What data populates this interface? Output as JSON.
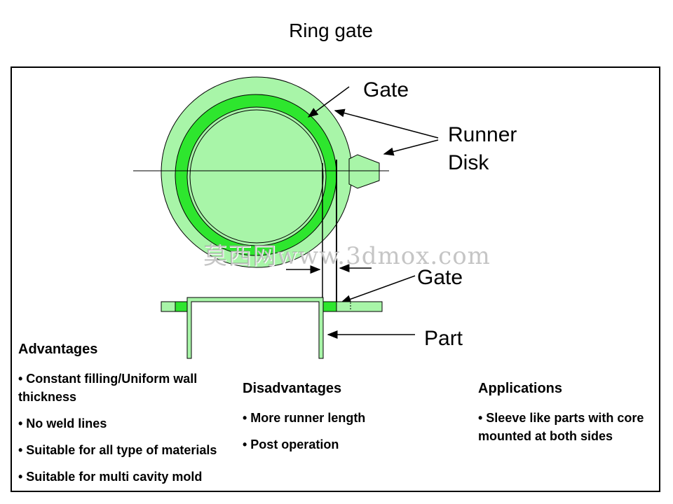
{
  "title": "Ring gate",
  "labels": {
    "gate_top": "Gate",
    "runner": "Runner",
    "disk": "Disk",
    "gate_bottom": "Gate",
    "part": "Part"
  },
  "watermark": "莫西网www.3dmox.com",
  "advantages": {
    "heading": "Advantages",
    "items": [
      "• Constant filling/Uniform wall thickness",
      "• No weld lines",
      "• Suitable for all type of materials",
      "• Suitable for multi cavity mold"
    ]
  },
  "disadvantages": {
    "heading": "Disadvantages",
    "items": [
      "• More runner length",
      "• Post operation"
    ]
  },
  "applications": {
    "heading": "Applications",
    "items": [
      "• Sleeve like parts with core mounted at both sides"
    ]
  },
  "colors": {
    "light_green": "#a8f5a8",
    "gate_green": "#2ee62e",
    "outline": "#000000"
  }
}
